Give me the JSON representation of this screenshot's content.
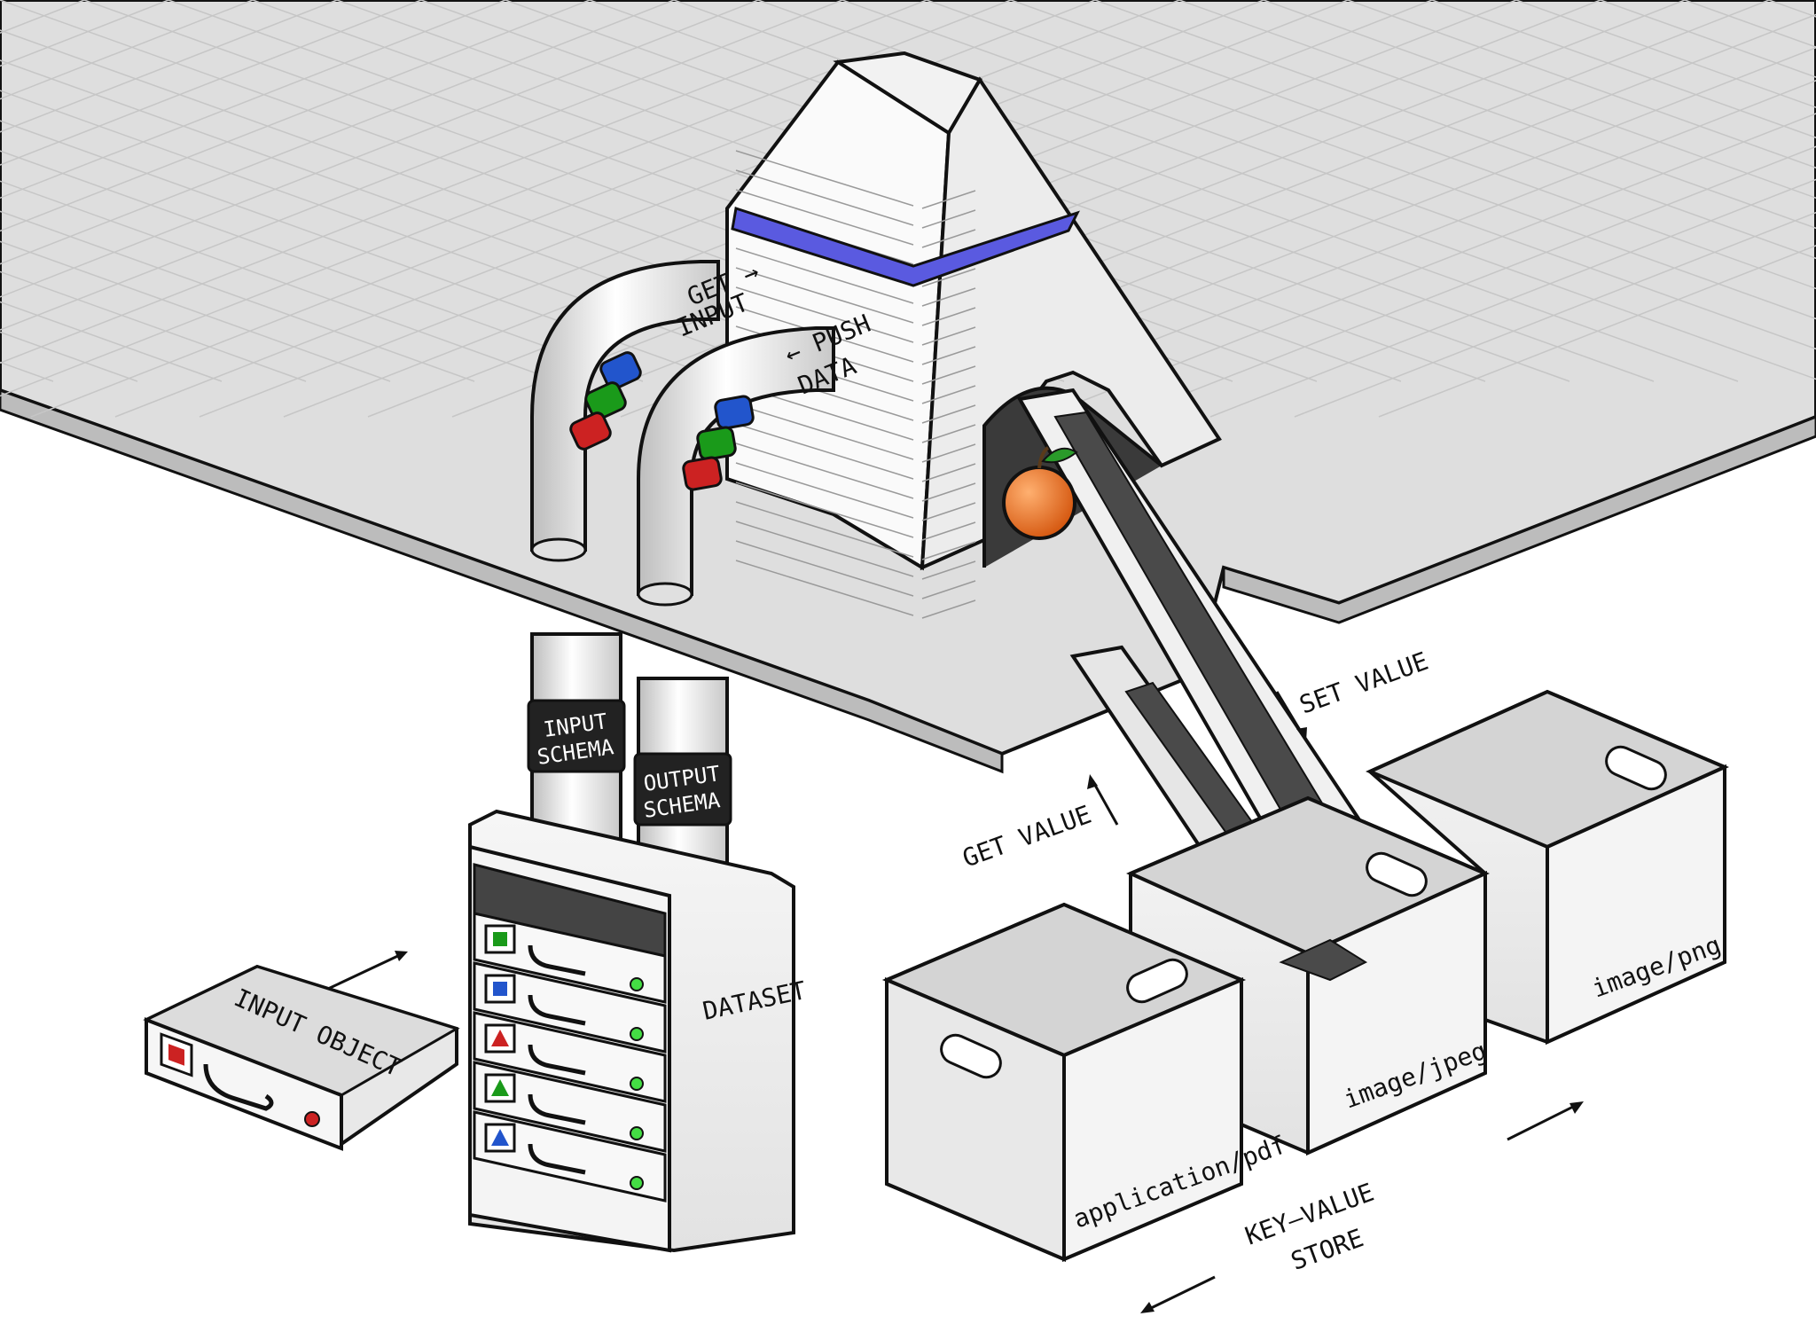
{
  "labels": {
    "get_input": [
      "GET →",
      "INPUT"
    ],
    "push_data": [
      "← PUSH",
      "DATA"
    ],
    "input_schema": [
      "INPUT",
      "SCHEMA"
    ],
    "output_schema": [
      "OUTPUT",
      "SCHEMA"
    ],
    "dataset": "DATASET",
    "input_object": "INPUT OBJECT",
    "set_value": "SET VALUE",
    "get_value": "GET VALUE",
    "key_value_store": [
      "KEY–VALUE",
      "STORE"
    ]
  },
  "store_boxes": [
    "application/pdf",
    "image/jpeg",
    "image/png"
  ],
  "dataset_rows": [
    {
      "shape": "square",
      "color": "#1a9a1a"
    },
    {
      "shape": "square",
      "color": "#2255cc"
    },
    {
      "shape": "triangle",
      "color": "#cc2222"
    },
    {
      "shape": "triangle",
      "color": "#1a9a1a"
    },
    {
      "shape": "triangle",
      "color": "#2255cc"
    }
  ],
  "pipe_items": [
    "#2255cc",
    "#1a9a1a",
    "#cc2222"
  ],
  "colors": {
    "accent_band": "#5a5ae0",
    "platform": "#dcdcdc",
    "fruit": "#f07a2a",
    "led": "#44dd44"
  }
}
